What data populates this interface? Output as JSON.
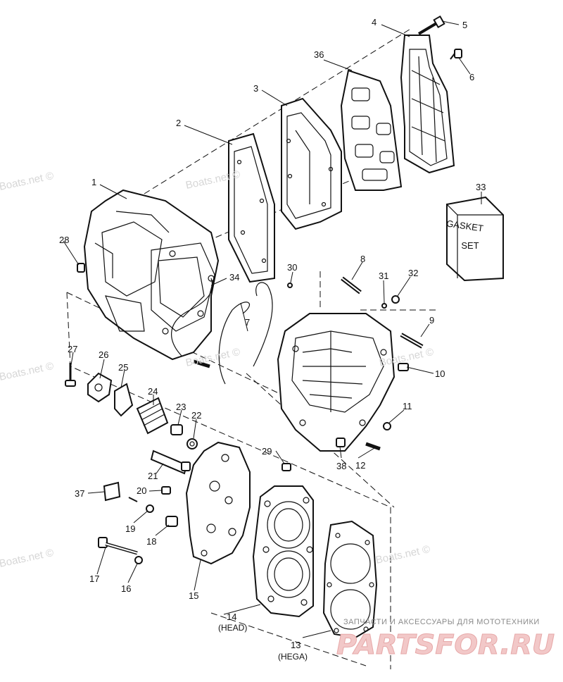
{
  "callouts": {
    "c1": "1",
    "c2": "2",
    "c3": "3",
    "c4": "4",
    "c5": "5",
    "c6": "6",
    "c7": "7",
    "c8": "8",
    "c9": "9",
    "c10": "10",
    "c11": "11",
    "c12": "12",
    "c13": "13",
    "c14": "14",
    "c15": "15",
    "c16": "16",
    "c17": "17",
    "c18": "18",
    "c19": "19",
    "c20": "20",
    "c21": "21",
    "c22": "22",
    "c23": "23",
    "c24": "24",
    "c25": "25",
    "c26": "26",
    "c27": "27",
    "c28": "28",
    "c29": "29",
    "c30": "30",
    "c31": "31",
    "c32": "32",
    "c33": "33",
    "c34": "34",
    "c36": "36",
    "c37": "37",
    "c38": "38"
  },
  "sublabels": {
    "head": "(HEAD)",
    "hega": "(HEGA)"
  },
  "gasket_box": {
    "line1": "GASKET",
    "line2": "SET"
  },
  "watermark": {
    "text": "Boats.net ©"
  },
  "shop": {
    "tagline": "ЗАПЧАСТИ И АКСЕССУАРЫ ДЛЯ МОТОТЕХНИКИ",
    "logo": "PARTSFOR.RU"
  }
}
